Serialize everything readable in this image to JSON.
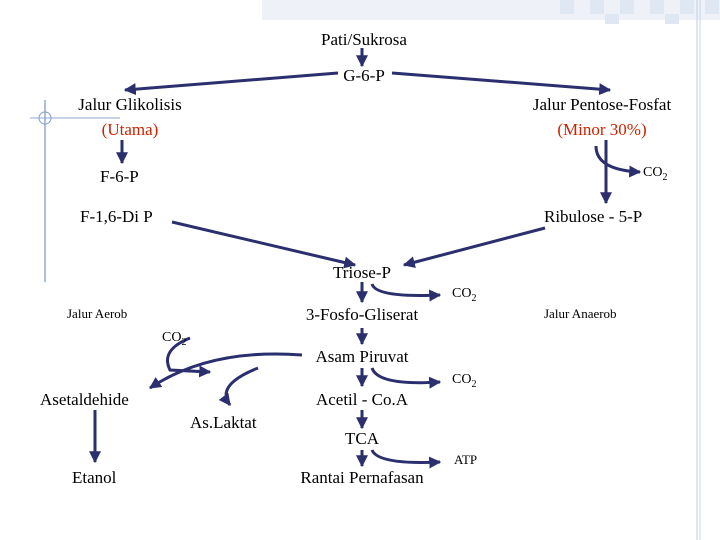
{
  "nodes": {
    "pati": "Pati/Sukrosa",
    "g6p": "G-6-P",
    "glikolisis": "Jalur Glikolisis",
    "glikolisis_sub": "(Utama)",
    "pentosa": "Jalur Pentose-Fosfat",
    "pentosa_sub": "(Minor 30%)",
    "f6p": "F-6-P",
    "f16dp": "F-1,6-Di P",
    "ribulose": "Ribulose - 5-P",
    "triose": "Triose-P",
    "fosfogliserat": "3-Fosfo-Gliserat",
    "piruvat": "Asam Piruvat",
    "asetaldehide": "Asetaldehide",
    "laktat": "As.Laktat",
    "asetil": "Acetil - Co.A",
    "tca": "TCA",
    "etanol": "Etanol",
    "rantai": "Rantai Pernafasan"
  },
  "labels": {
    "aerob": "Jalur Aerob",
    "anaerob": "Jalur Anaerob",
    "co2_base": "CO",
    "co2_sub": "2",
    "atp": "ATP"
  },
  "colors": {
    "accent_red": "#cc2200",
    "arrow": "#2b2f6e",
    "deco_blue": "#8fa8cf"
  }
}
